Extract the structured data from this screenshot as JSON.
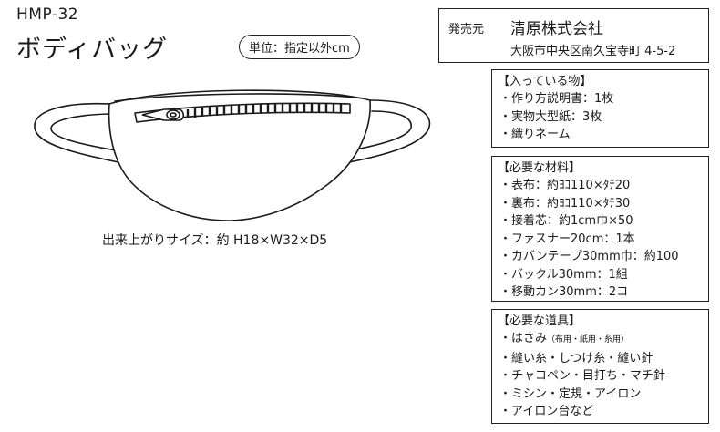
{
  "header": {
    "code": "HMP-32",
    "title": "ボディバッグ",
    "unit_note": "単位：指定以外cm"
  },
  "publisher": {
    "label": "発売元",
    "name": "清原株式会社",
    "address": "大阪市中央区南久宝寺町 4-5-2"
  },
  "finished_size": "出来上がりサイズ：約 H18×W32×D5",
  "contents": {
    "title": "【入っている物】",
    "items": [
      "作り方説明書：1枚",
      "実物大型紙：3枚",
      "織りネーム"
    ]
  },
  "materials": {
    "title": "【必要な材料】",
    "items": [
      "表布：約ﾖｺ110×ﾀﾃ20",
      "裏布：約ﾖｺ110×ﾀﾃ30",
      "接着芯：約1cm巾×50",
      "ファスナー20cm：1本",
      "カバンテープ30mm巾：約100",
      "バックル30mm：1組",
      "移動カン30mm：2コ"
    ]
  },
  "tools": {
    "title": "【必要な道具】",
    "items": [
      {
        "text": "はさみ",
        "note": "（布用・紙用・糸用）"
      },
      {
        "text": "縫い糸・しつけ糸・縫い針",
        "note": ""
      },
      {
        "text": "チャコペン・目打ち・マチ針",
        "note": ""
      },
      {
        "text": "ミシン・定規・アイロン",
        "note": ""
      },
      {
        "text": "アイロン台など",
        "note": ""
      }
    ]
  },
  "colors": {
    "ink": "#1a1a1a",
    "background": "#ffffff"
  }
}
